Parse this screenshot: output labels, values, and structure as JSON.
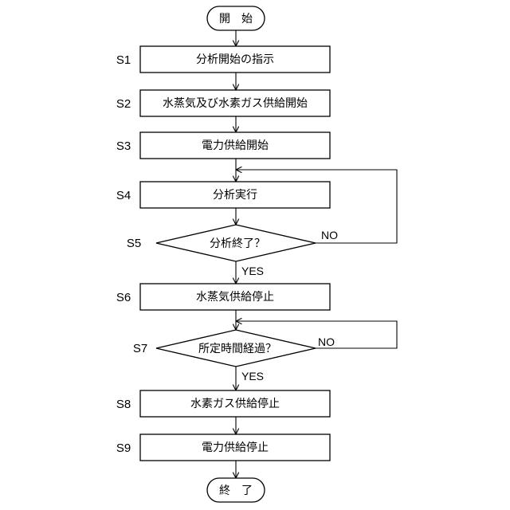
{
  "flowchart": {
    "start": "開　始",
    "end": "終　了",
    "steps": [
      {
        "id": "S1",
        "text": "分析開始の指示"
      },
      {
        "id": "S2",
        "text": "水蒸気及び水素ガス供給開始"
      },
      {
        "id": "S3",
        "text": "電力供給開始"
      },
      {
        "id": "S4",
        "text": "分析実行"
      },
      {
        "id": "S5",
        "text": "分析終了？"
      },
      {
        "id": "S6",
        "text": "水蒸気供給停止"
      },
      {
        "id": "S7",
        "text": "所定時間経過？"
      },
      {
        "id": "S8",
        "text": "水素ガス供給停止"
      },
      {
        "id": "S9",
        "text": "電力供給停止"
      }
    ],
    "branch_labels": {
      "s5_yes": "YES",
      "s5_no": "NO",
      "s7_yes": "YES",
      "s7_no": "NO"
    }
  }
}
